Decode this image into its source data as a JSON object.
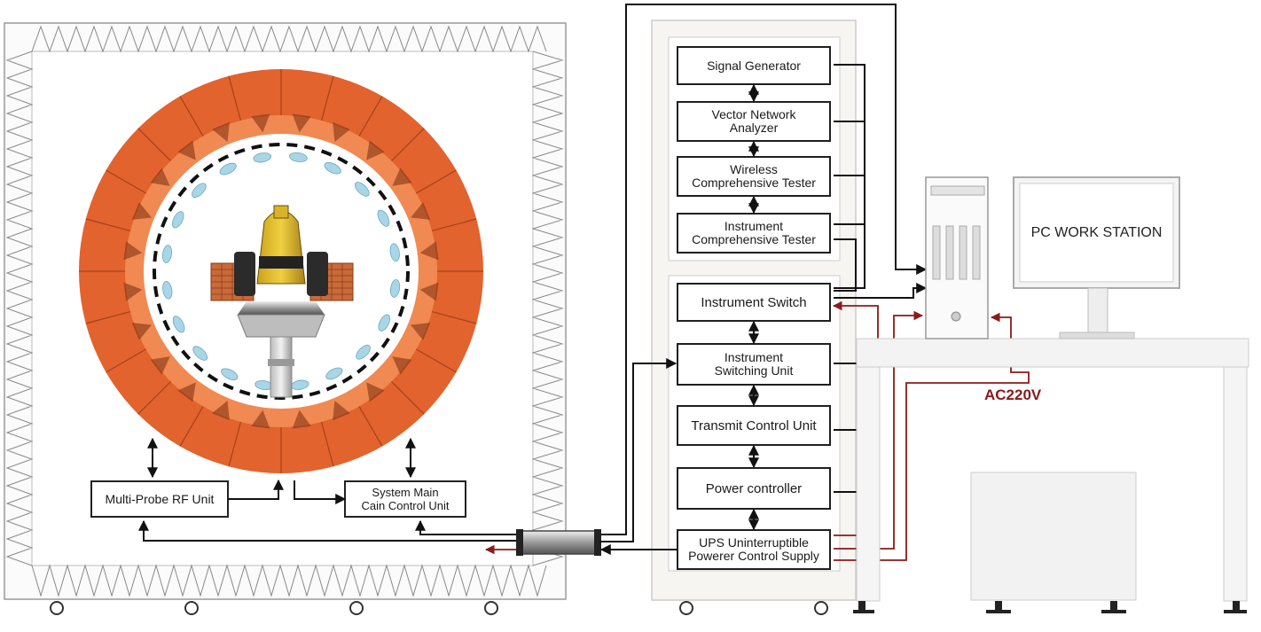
{
  "chamber": {
    "probe_unit_label": "Multi-Probe RF Unit",
    "control_unit_label": "System Main\nCain Control Unit"
  },
  "rack": {
    "upper": [
      "Signal Generator",
      "Vector Network\nAnalyzer",
      "Wireless\nComprehensive Tester",
      "Instrument\nComprehensive Tester"
    ],
    "lower": [
      "Instrument Switch",
      "Instrument\nSwitching Unit",
      "Transmit Control Unit",
      "Power controller",
      "UPS Uninterruptible\nPowerer Control Supply"
    ]
  },
  "power_label": "AC220V",
  "pc_label": "PC WORK STATION",
  "colors": {
    "ring": "#e2632e",
    "ring_inner": "#f08a52",
    "power_line": "#8b1a1a",
    "signal_line": "#111111"
  }
}
